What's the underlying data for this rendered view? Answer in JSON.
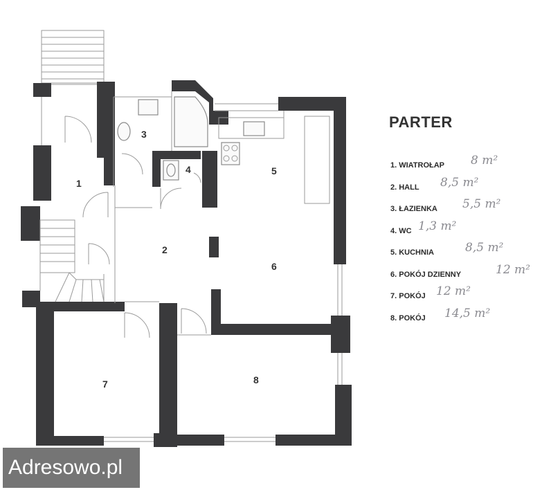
{
  "plan": {
    "title": "PARTER",
    "rooms": [
      {
        "num": "1",
        "label": "1. WIATROŁAP",
        "area": "8 m²"
      },
      {
        "num": "2",
        "label": "2. HALL",
        "area": "8,5 m²"
      },
      {
        "num": "3",
        "label": "3. ŁAZIENKA",
        "area": "5,5 m²"
      },
      {
        "num": "4",
        "label": "4. WC",
        "area": "1,3 m²"
      },
      {
        "num": "5",
        "label": "5. KUCHNIA",
        "area": "8,5 m²"
      },
      {
        "num": "6",
        "label": "6. POKÓJ DZIENNY",
        "area": "12 m²"
      },
      {
        "num": "7",
        "label": "7. POKÓJ",
        "area": "12 m²"
      },
      {
        "num": "8",
        "label": "8. POKÓJ",
        "area": "14,5 m²"
      }
    ]
  },
  "watermark": {
    "text": "Adresowo.pl"
  }
}
